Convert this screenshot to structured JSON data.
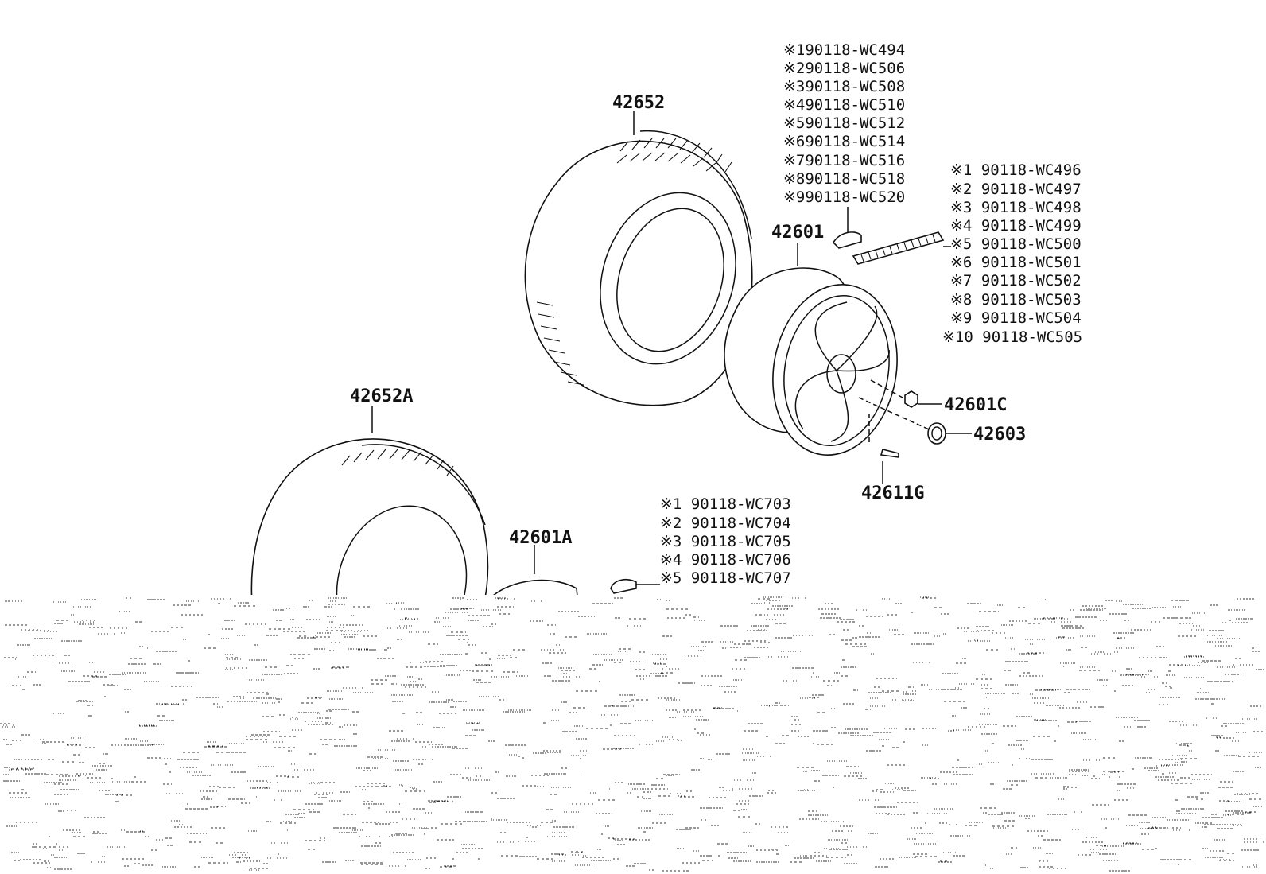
{
  "parts": {
    "tire_upper": "42652",
    "tire_lower": "42652A",
    "wheel_upper": "42601",
    "wheel_lower": "42601A",
    "nut": "42601C",
    "ornament": "42603",
    "valve": "42611G"
  },
  "sensor_list_upper": [
    {
      "mark": "※1",
      "code": "90118-WC494"
    },
    {
      "mark": "※2",
      "code": "90118-WC506"
    },
    {
      "mark": "※3",
      "code": "90118-WC508"
    },
    {
      "mark": "※4",
      "code": "90118-WC510"
    },
    {
      "mark": "※5",
      "code": "90118-WC512"
    },
    {
      "mark": "※6",
      "code": "90118-WC514"
    },
    {
      "mark": "※7",
      "code": "90118-WC516"
    },
    {
      "mark": "※8",
      "code": "90118-WC518"
    },
    {
      "mark": "※9",
      "code": "90118-WC520"
    }
  ],
  "weight_list": [
    {
      "mark": "※1",
      "code": "90118-WC496"
    },
    {
      "mark": "※2",
      "code": "90118-WC497"
    },
    {
      "mark": "※3",
      "code": "90118-WC498"
    },
    {
      "mark": "※4",
      "code": "90118-WC499"
    },
    {
      "mark": "※5",
      "code": "90118-WC500"
    },
    {
      "mark": "※6",
      "code": "90118-WC501"
    },
    {
      "mark": "※7",
      "code": "90118-WC502"
    },
    {
      "mark": "※8",
      "code": "90118-WC503"
    },
    {
      "mark": "※9",
      "code": "90118-WC504"
    },
    {
      "mark": "※10",
      "code": "90118-WC505"
    }
  ],
  "sensor_list_lower": [
    {
      "mark": "※1",
      "code": "90118-WC703"
    },
    {
      "mark": "※2",
      "code": "90118-WC704"
    },
    {
      "mark": "※3",
      "code": "90118-WC705"
    },
    {
      "mark": "※4",
      "code": "90118-WC706"
    },
    {
      "mark": "※5",
      "code": "90118-WC707"
    }
  ]
}
